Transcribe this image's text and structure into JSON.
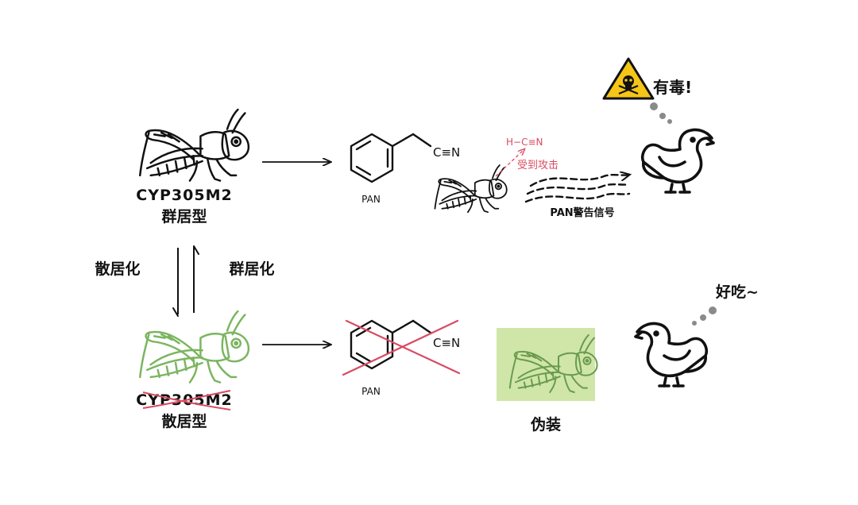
{
  "gregarious": {
    "gene": "CYP305M2",
    "phase": "群居型"
  },
  "solitary": {
    "gene": "CYP305M2",
    "phase": "散居型"
  },
  "transitions": {
    "to_solitary": "散居化",
    "to_gregarious": "群居化"
  },
  "molecule": {
    "name": "PAN",
    "nitrile": "C≡N"
  },
  "attack": {
    "hcn": "H−C≡N",
    "label": "受到攻击"
  },
  "signal": {
    "label": "PAN警告信号"
  },
  "bird_top": {
    "speech": "有毒!"
  },
  "bird_bottom": {
    "speech": "好吃~"
  },
  "camouflage": {
    "label": "伪装",
    "bg_color": "#cfe6a8"
  },
  "colors": {
    "cross": "#d94a63",
    "attack": "#d94a63",
    "green_locust": "#7bb560",
    "warning": "#f5c518"
  }
}
